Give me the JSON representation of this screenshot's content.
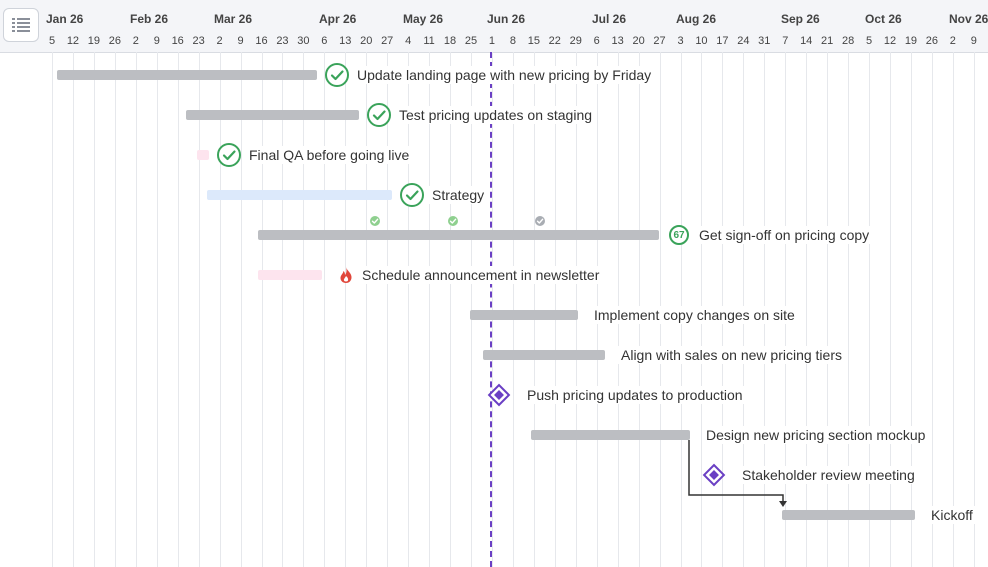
{
  "timeline": {
    "months": [
      "Jan 26",
      "Feb 26",
      "Mar 26",
      "Apr 26",
      "May 26",
      "Jun 26",
      "Jul 26",
      "Aug 26",
      "Sep 26",
      "Oct 26",
      "Nov 26"
    ],
    "weeks": [
      "5",
      "12",
      "19",
      "26",
      "2",
      "9",
      "16",
      "23",
      "2",
      "9",
      "16",
      "23",
      "30",
      "6",
      "13",
      "20",
      "27",
      "4",
      "11",
      "18",
      "25",
      "1",
      "8",
      "15",
      "22",
      "29",
      "6",
      "13",
      "20",
      "27",
      "3",
      "10",
      "17",
      "24",
      "31",
      "7",
      "14",
      "21",
      "28",
      "5",
      "12",
      "19",
      "26",
      "2",
      "9"
    ]
  },
  "tasks": [
    {
      "name": "Update landing page with new pricing by Friday",
      "status": "done",
      "bar_color": "#bcbec2"
    },
    {
      "name": "Test pricing updates on staging",
      "status": "done",
      "bar_color": "#bcbec2"
    },
    {
      "name": "Final QA before going live",
      "status": "done",
      "bar_color": "#fde4ee"
    },
    {
      "name": "Strategy",
      "status": "done",
      "bar_color": "#dce9fb"
    },
    {
      "name": "Get sign-off on pricing copy",
      "status": "progress",
      "progress_label": "67",
      "progress": 0.67,
      "bar_color": "#bcbec2"
    },
    {
      "name": "Schedule announcement in newsletter",
      "status": "urgent",
      "bar_color": "#fde4ee"
    },
    {
      "name": "Implement copy changes on site",
      "status": "none",
      "bar_color": "#bcbec2"
    },
    {
      "name": "Align with sales on new pricing tiers",
      "status": "none",
      "bar_color": "#bcbec2"
    },
    {
      "name": "Push pricing updates to production",
      "status": "milestone"
    },
    {
      "name": "Design new pricing section mockup",
      "status": "none",
      "bar_color": "#bcbec2"
    },
    {
      "name": "Stakeholder review meeting",
      "status": "milestone"
    },
    {
      "name": "Kickoff",
      "status": "none",
      "bar_color": "#bcbec2"
    }
  ],
  "colors": {
    "done_green": "#3aa35a",
    "milestone_purple": "#6a3fc4",
    "today_line": "#6a3fc4",
    "urgent_red": "#e0463a"
  },
  "icons": {
    "menu": "list-icon",
    "done": "check-circle-icon",
    "urgent": "fire-icon",
    "milestone": "diamond-icon",
    "subtask_done": "check-dot-icon",
    "subtask_pending": "check-dot-icon"
  }
}
